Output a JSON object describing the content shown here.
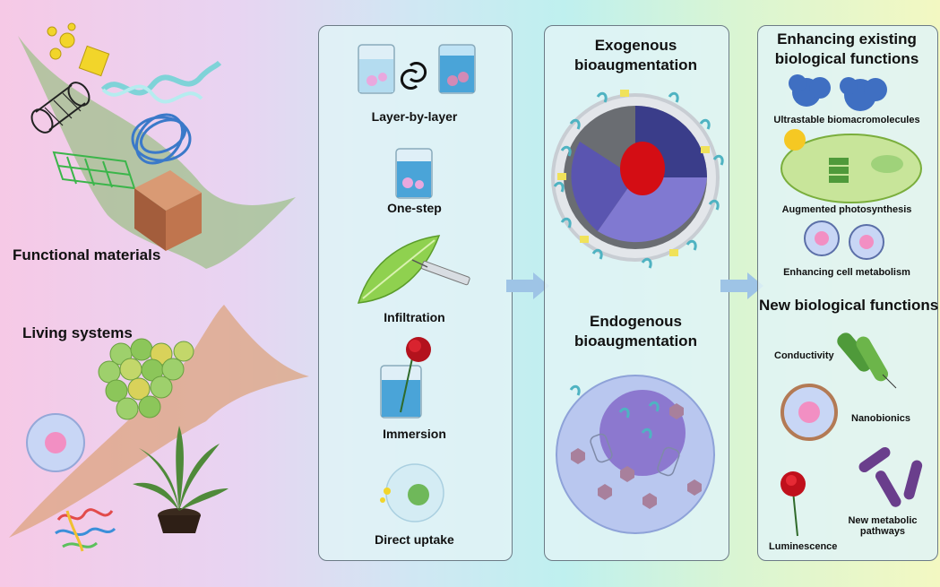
{
  "left": {
    "functional_materials": "Functional materials",
    "living_systems": "Living systems"
  },
  "methods": [
    "Layer-by-layer",
    "One-step",
    "Infiltration",
    "Immersion",
    "Direct uptake"
  ],
  "bioaugmentation": {
    "exogenous": [
      "Exogenous",
      "bioaugmentation"
    ],
    "endogenous": [
      "Endogenous",
      "bioaugmentation"
    ]
  },
  "enhancing": {
    "title": [
      "Enhancing existing",
      "biological functions"
    ],
    "items": [
      "Ultrastable biomacromolecules",
      "Augmented photosynthesis",
      "Enhancing cell metabolism"
    ]
  },
  "new_functions": {
    "title": "New biological functions",
    "conductivity": "Conductivity",
    "nanobionics": "Nanobionics",
    "luminescence": "Luminescence",
    "metabolic": [
      "New metabolic",
      "pathways"
    ]
  }
}
